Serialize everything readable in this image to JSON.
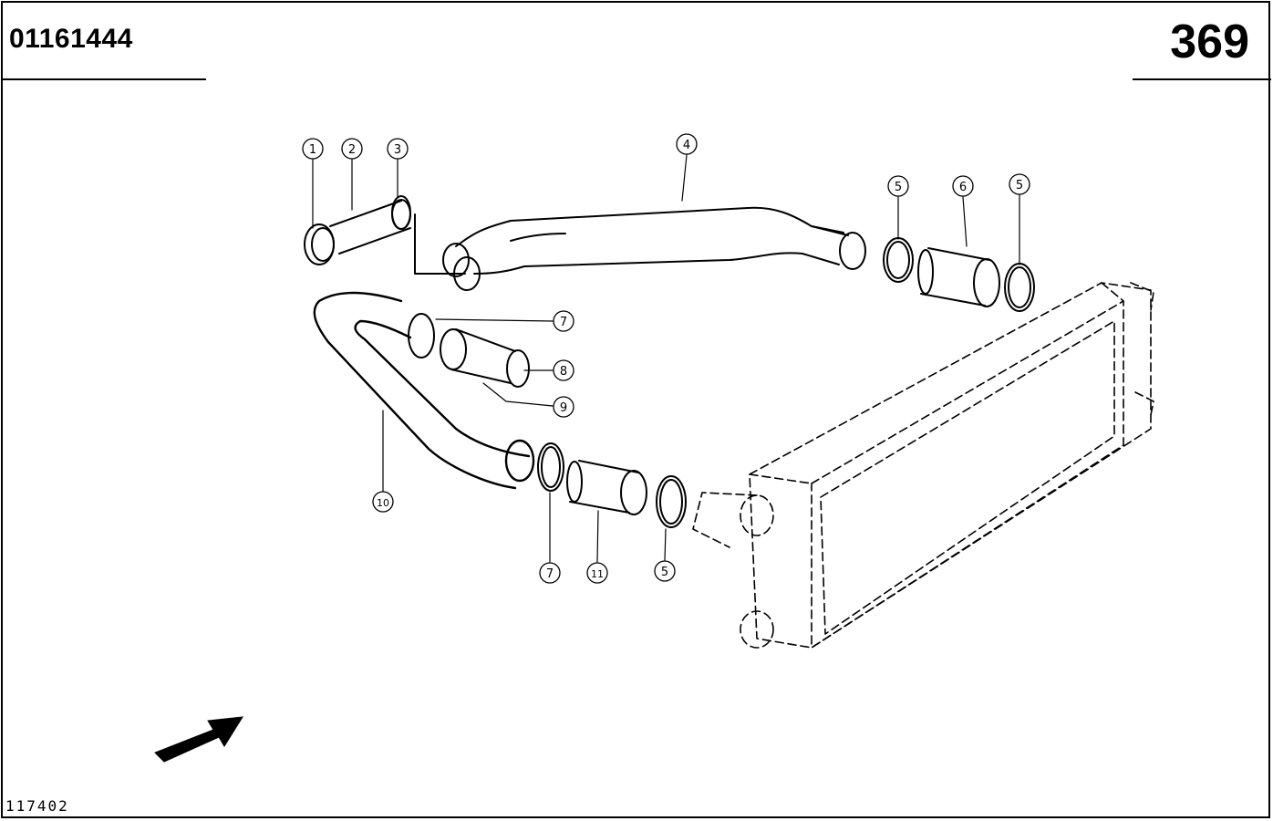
{
  "header": {
    "part_number": "01161444",
    "page_number": "369"
  },
  "footer": {
    "drawing_number": "117402"
  },
  "callouts": [
    "1",
    "2",
    "3",
    "4",
    "5",
    "6",
    "5",
    "7",
    "8",
    "9",
    "10",
    "7",
    "11",
    "5"
  ],
  "direction_arrow_icon": "arrow-up-right-icon"
}
